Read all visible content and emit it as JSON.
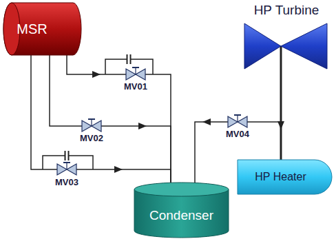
{
  "diagram": {
    "nodes": [
      {
        "text": [
          "MSR"
        ]
      },
      {
        "text": [
          "HP Turbine"
        ]
      },
      {
        "text": [
          "HP Heater"
        ]
      },
      {
        "text": [
          "Condenser"
        ]
      }
    ],
    "edges": [
      {
        "from": 0,
        "to": 3,
        "arrow": "to"
      },
      {
        "from": 0,
        "to": 3,
        "arrow": "to"
      },
      {
        "from": 0,
        "to": 3,
        "arrow": "to"
      },
      {
        "from": 1,
        "to": 2,
        "arrow": "to"
      },
      {
        "from": 1,
        "to": 3,
        "arrow": "to"
      }
    ],
    "labels": [
      "MV01",
      "MV02",
      "MV03",
      "MV04"
    ]
  }
}
